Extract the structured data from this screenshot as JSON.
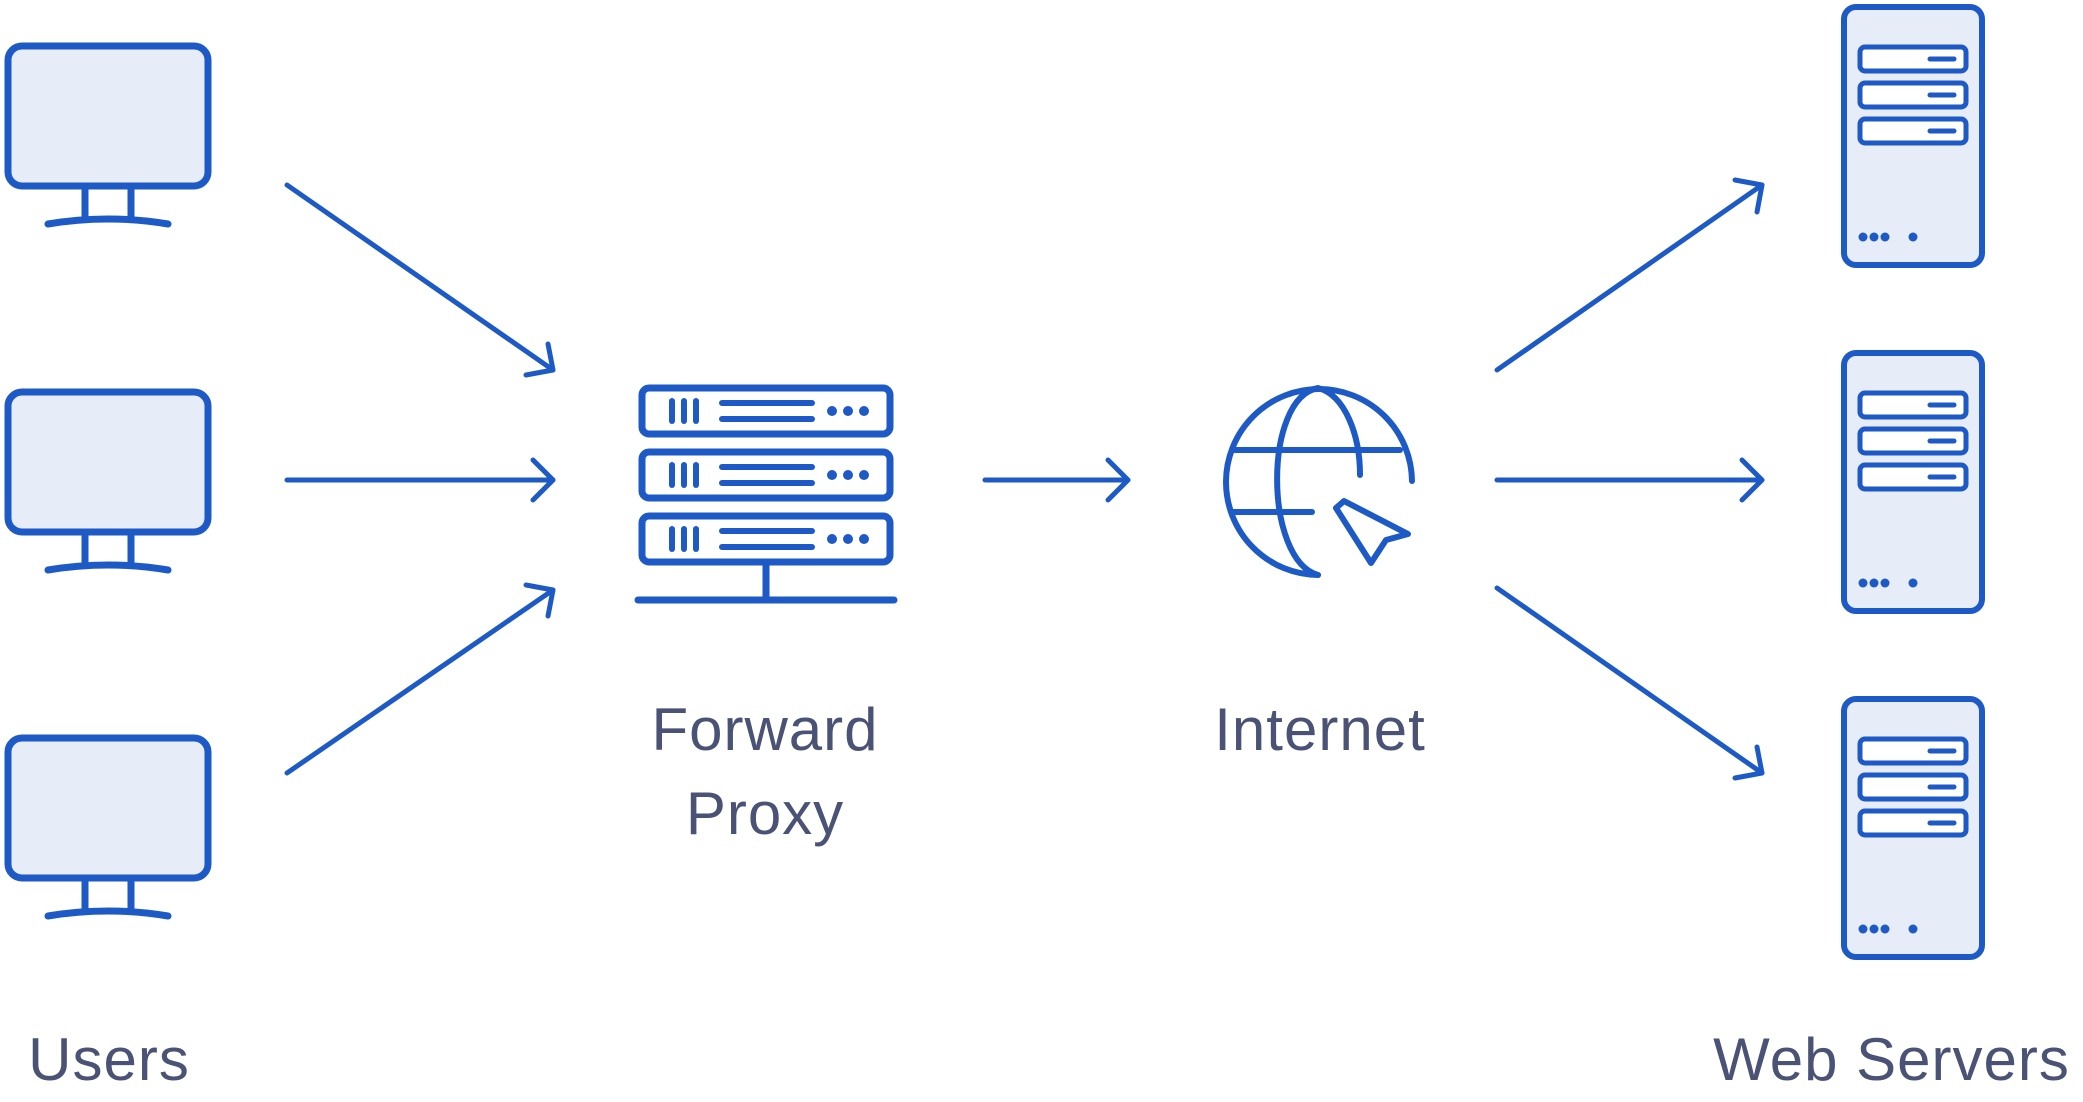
{
  "colors": {
    "stroke": "#1d5ac6",
    "fill": "#e6ecf8",
    "label": "#4a5275",
    "background": "#ffffff"
  },
  "labels": {
    "users": "Users",
    "proxy_line1": "Forward",
    "proxy_line2": "Proxy",
    "internet": "Internet",
    "web_servers": "Web Servers"
  },
  "icons": {
    "user": "monitor-icon",
    "proxy": "server-rack-icon",
    "internet": "globe-cursor-icon",
    "server": "server-tower-icon"
  },
  "nodes": {
    "users": 3,
    "web_servers": 3
  },
  "edges": [
    {
      "from": "user-1",
      "to": "forward-proxy"
    },
    {
      "from": "user-2",
      "to": "forward-proxy"
    },
    {
      "from": "user-3",
      "to": "forward-proxy"
    },
    {
      "from": "forward-proxy",
      "to": "internet"
    },
    {
      "from": "internet",
      "to": "web-server-1"
    },
    {
      "from": "internet",
      "to": "web-server-2"
    },
    {
      "from": "internet",
      "to": "web-server-3"
    }
  ]
}
